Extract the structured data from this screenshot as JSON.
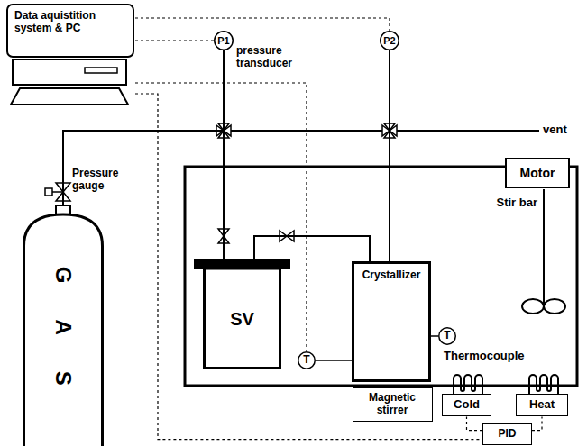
{
  "diagram": {
    "nodes": [
      {
        "text": [
          "Data aquistition system & PC"
        ]
      },
      {
        "text": [
          "P1"
        ]
      },
      {
        "text": [
          "P2"
        ]
      },
      {
        "text": [
          "Motor"
        ]
      },
      {
        "text": [
          "SV"
        ]
      },
      {
        "text": [
          "Crystallizer"
        ]
      },
      {
        "text": [
          "T"
        ]
      },
      {
        "text": [
          "GAS"
        ]
      },
      {
        "text": [
          "T"
        ]
      },
      {
        "text": [
          "Magnetic stirrer"
        ]
      },
      {
        "text": [
          "Cold"
        ]
      },
      {
        "text": [
          "Heat"
        ]
      },
      {
        "text": [
          "PID"
        ]
      }
    ],
    "edges": [
      {
        "from": 0,
        "to": 1,
        "arrow": "none"
      },
      {
        "from": 0,
        "to": 2,
        "arrow": "none"
      },
      {
        "from": 0,
        "to": 8,
        "arrow": "none"
      },
      {
        "from": 0,
        "to": 12,
        "arrow": "none"
      },
      {
        "from": 12,
        "to": 10,
        "arrow": "none"
      },
      {
        "from": 12,
        "to": 11,
        "arrow": "none"
      },
      {
        "from": 7,
        "to": 4,
        "arrow": "none"
      },
      {
        "from": 1,
        "to": 4,
        "arrow": "none"
      },
      {
        "from": 2,
        "to": 5,
        "arrow": "none"
      },
      {
        "from": 4,
        "to": 5,
        "arrow": "none"
      },
      {
        "from": 5,
        "to": 6,
        "arrow": "none"
      },
      {
        "from": 8,
        "to": 5,
        "arrow": "none"
      }
    ],
    "labels": [
      "pressure transducer",
      "Pressure gauge",
      "vent",
      "Stir bar",
      "Thermocouple"
    ]
  }
}
